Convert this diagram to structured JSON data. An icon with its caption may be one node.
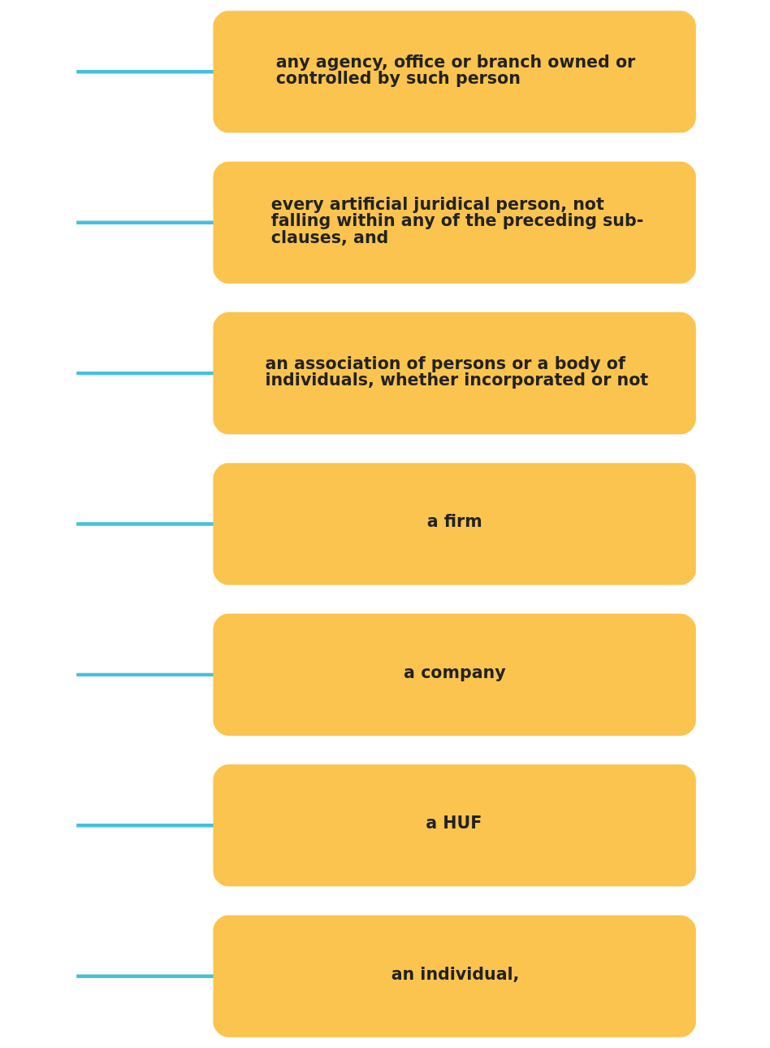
{
  "diagram": {
    "nodes": [
      {
        "text": [
          "an individual,"
        ]
      },
      {
        "text": [
          "a HUF"
        ]
      },
      {
        "text": [
          "a company"
        ]
      },
      {
        "text": [
          "a firm"
        ]
      },
      {
        "text": [
          "an association of persons or a body of individuals, whether incorporated or not"
        ]
      },
      {
        "text": [
          "every artificial juridical person, not falling within any of the preceding sub-clauses, and"
        ]
      },
      {
        "text": [
          "any agency, office or branch owned or controlled by such person"
        ]
      }
    ],
    "edges": [
      {
        "from": null,
        "to": 0,
        "arrow": "none"
      },
      {
        "from": null,
        "to": 1,
        "arrow": "none"
      },
      {
        "from": null,
        "to": 2,
        "arrow": "none"
      },
      {
        "from": null,
        "to": 3,
        "arrow": "none"
      },
      {
        "from": null,
        "to": 4,
        "arrow": "none"
      },
      {
        "from": null,
        "to": 5,
        "arrow": "none"
      },
      {
        "from": null,
        "to": 6,
        "arrow": "none"
      }
    ]
  }
}
